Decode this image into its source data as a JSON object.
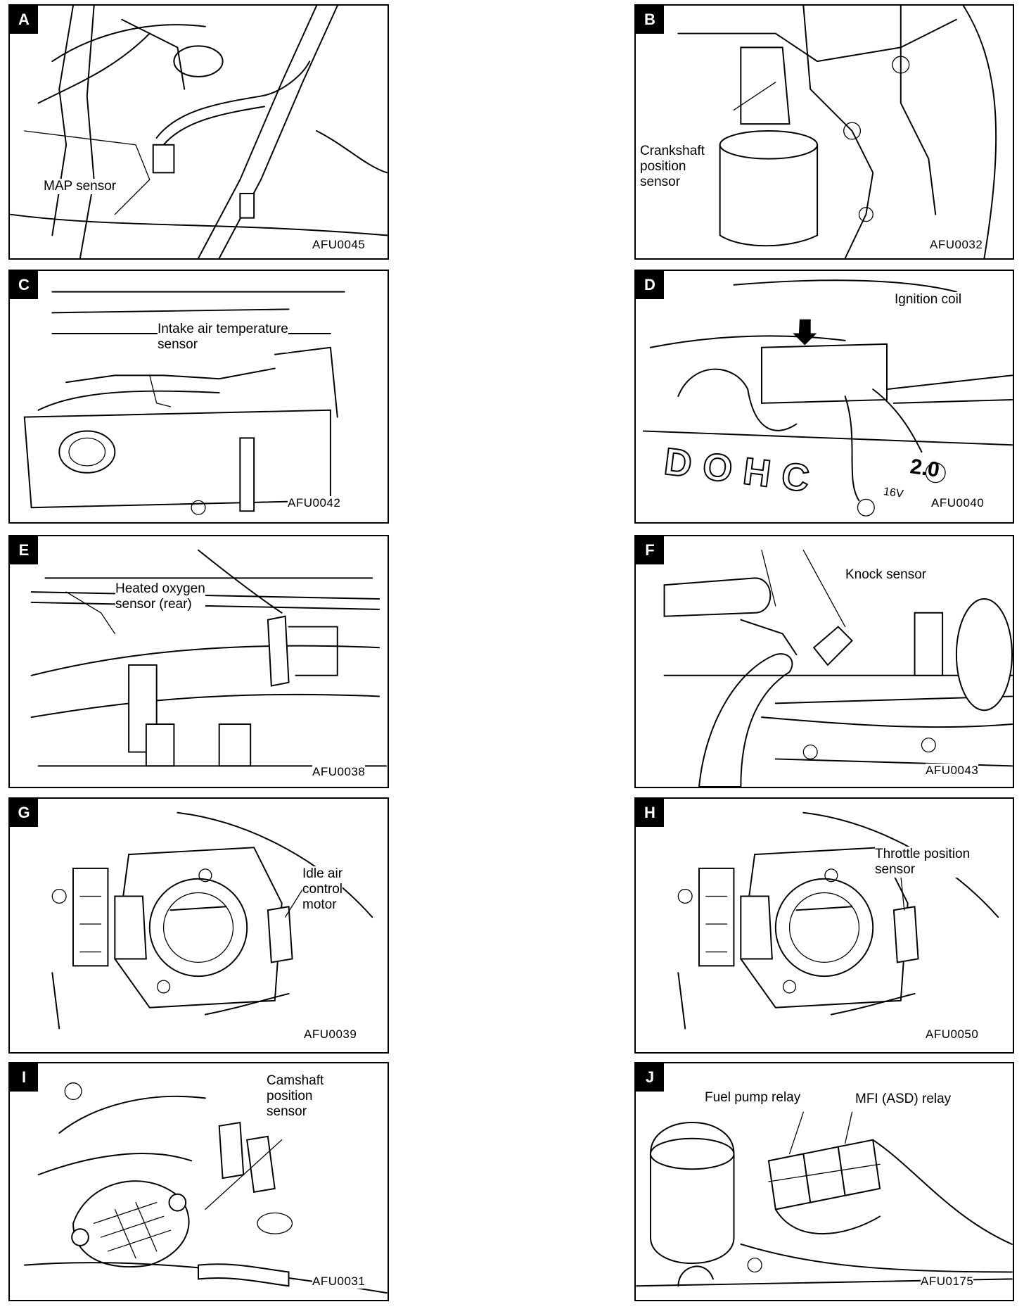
{
  "panels": [
    {
      "letter": "A",
      "labels": [
        "MAP sensor"
      ],
      "code": "AFU0045"
    },
    {
      "letter": "B",
      "labels": [
        "Crankshaft\nposition\nsensor"
      ],
      "code": "AFU0032"
    },
    {
      "letter": "C",
      "labels": [
        "Intake air temperature\nsensor"
      ],
      "code": "AFU0042"
    },
    {
      "letter": "D",
      "labels": [
        "Ignition coil",
        "DOHC",
        "2.0",
        "16V"
      ],
      "code": "AFU0040"
    },
    {
      "letter": "E",
      "labels": [
        "Heated oxygen\nsensor (rear)"
      ],
      "code": "AFU0038"
    },
    {
      "letter": "F",
      "labels": [
        "Knock sensor"
      ],
      "code": "AFU0043"
    },
    {
      "letter": "G",
      "labels": [
        "Idle air\ncontrol\nmotor"
      ],
      "code": "AFU0039"
    },
    {
      "letter": "H",
      "labels": [
        "Throttle position\nsensor"
      ],
      "code": "AFU0050"
    },
    {
      "letter": "I",
      "labels": [
        "Camshaft\nposition\nsensor"
      ],
      "code": "AFU0031"
    },
    {
      "letter": "J",
      "labels": [
        "Fuel pump relay",
        "MFI (ASD) relay"
      ],
      "code": "AFU0175"
    }
  ]
}
